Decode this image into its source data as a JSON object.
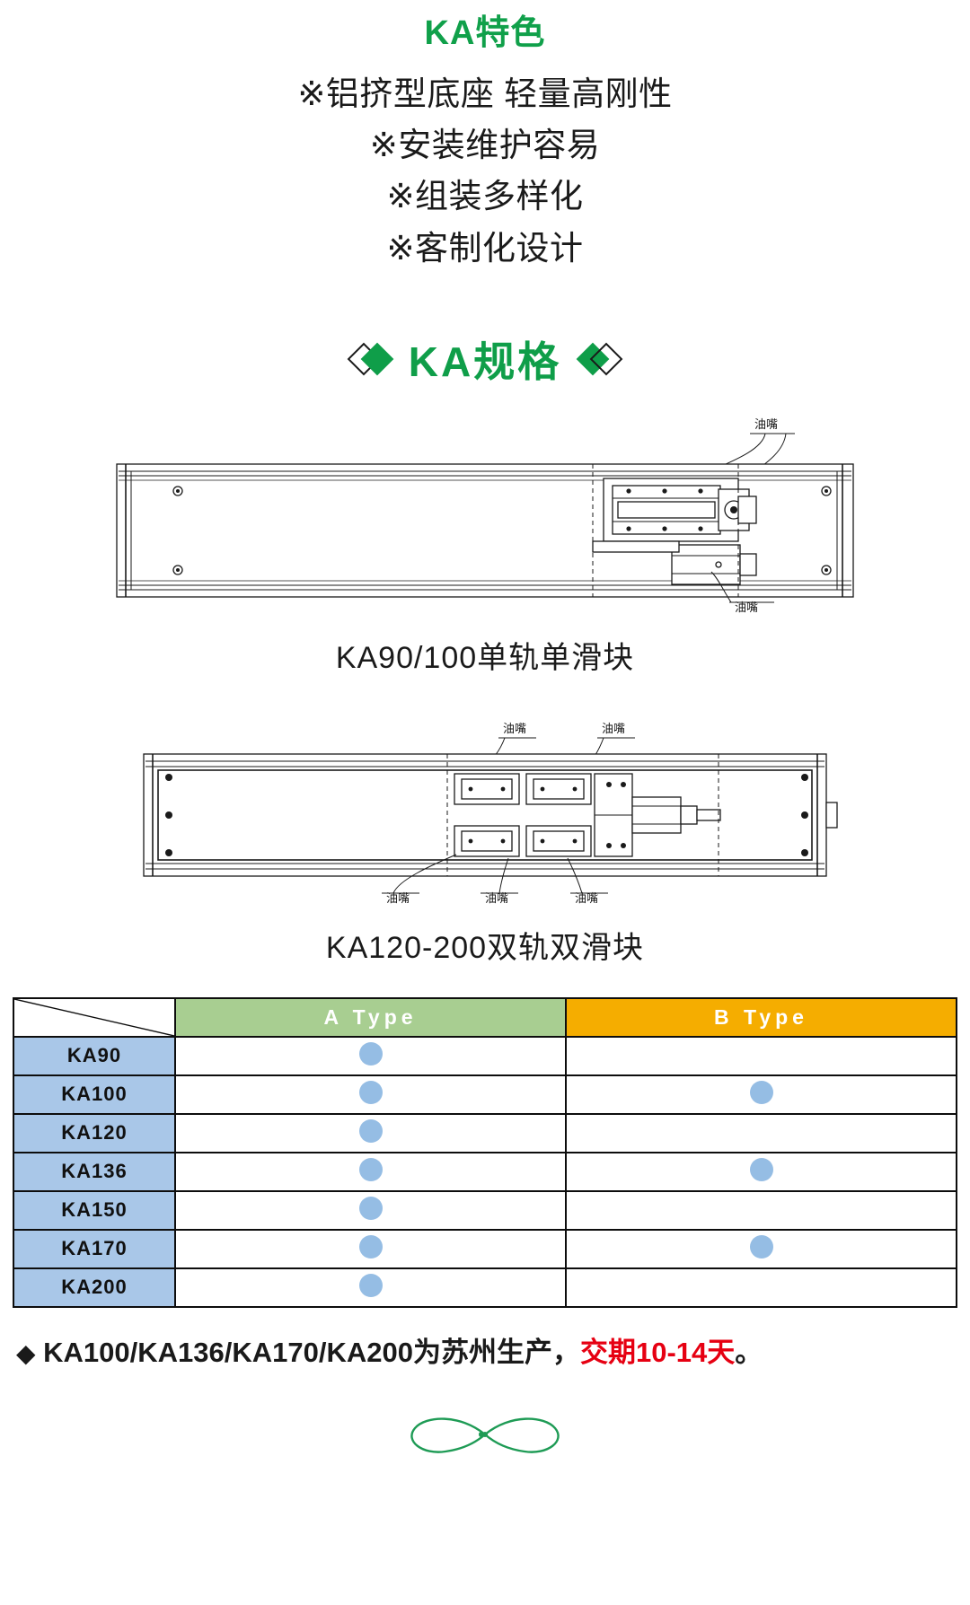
{
  "features": {
    "title": "KA特色",
    "lines": [
      "※铝挤型底座 轻量高刚性",
      "※安装维护容易",
      "※组装多样化",
      "※客制化设计"
    ]
  },
  "spec_heading": {
    "text": "KA规格",
    "left_ornament": "diamond-outline-filled-pair",
    "right_ornament": "diamond-filled-outline-pair",
    "color": "#0f9e49"
  },
  "drawings": [
    {
      "caption": "KA90/100单轨单滑块",
      "annotations": [
        "油嘴",
        "油嘴"
      ]
    },
    {
      "caption": "KA120-200双轨双滑块",
      "annotations": [
        "油嘴",
        "油嘴",
        "油嘴",
        "油嘴",
        "油嘴"
      ]
    }
  ],
  "table": {
    "corner_label": "",
    "columns": [
      "A Type",
      "B Type"
    ],
    "header_colors": {
      "a_type": "#a8ce91",
      "b_type": "#f5ad00"
    },
    "model_color": "#a9c7e8",
    "dot_color": "#95bde4",
    "rows": [
      {
        "model": "KA90",
        "a": true,
        "b": false
      },
      {
        "model": "KA100",
        "a": true,
        "b": true
      },
      {
        "model": "KA120",
        "a": true,
        "b": false
      },
      {
        "model": "KA136",
        "a": true,
        "b": true
      },
      {
        "model": "KA150",
        "a": true,
        "b": false
      },
      {
        "model": "KA170",
        "a": true,
        "b": true
      },
      {
        "model": "KA200",
        "a": true,
        "b": false
      }
    ]
  },
  "note": {
    "diamond": "◆",
    "text_black": " KA100/KA136/KA170/KA200为苏州生产，",
    "text_red": "交期10-14天",
    "text_tail": "。"
  },
  "footer": {
    "ornament": "ribbon-bow-ornament",
    "color": "#1e9b55"
  }
}
